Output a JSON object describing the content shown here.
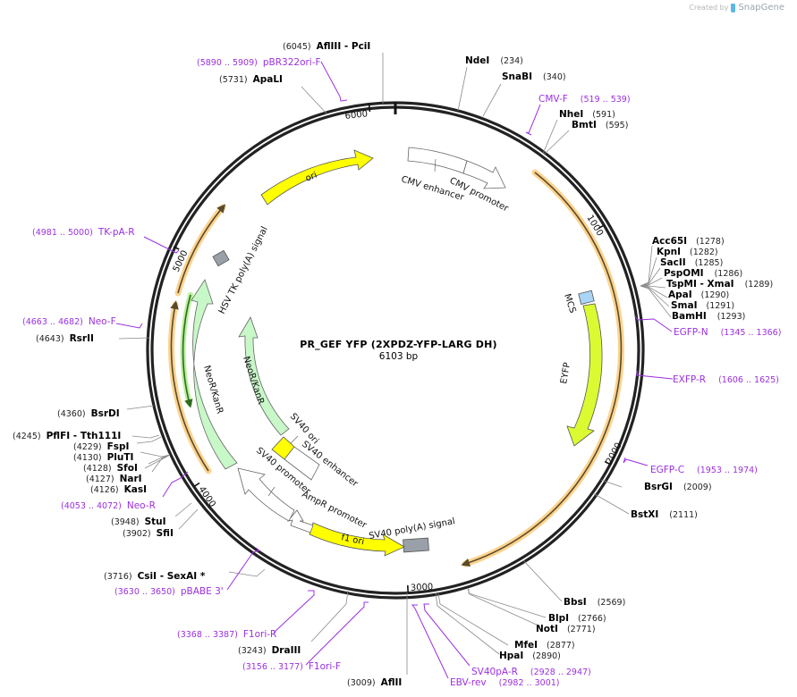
{
  "credit": {
    "prefix": "Created by",
    "brand": "SnapGene"
  },
  "plasmid": {
    "name": "PR_GEF YFP (2XPDZ-YFP-LARG DH)",
    "length_label": "6103 bp",
    "length": 6103
  },
  "ticks": [
    {
      "label": "1000"
    },
    {
      "label": "2000"
    },
    {
      "label": "3000"
    },
    {
      "label": "4000"
    },
    {
      "label": "5000"
    },
    {
      "label": "6000"
    }
  ],
  "features": [
    {
      "name": "CMV enhancer",
      "color": "#ffffff"
    },
    {
      "name": "CMV promoter",
      "color": "#ffffff"
    },
    {
      "name": "MCS",
      "color": "#a9d4f5"
    },
    {
      "name": "EYFP",
      "color": "#dcfa32"
    },
    {
      "name": "SV40 poly(A) signal",
      "color": "#9aa0a8"
    },
    {
      "name": "f1 ori",
      "color": "#ffff00"
    },
    {
      "name": "AmpR promoter",
      "color": "#ffffff"
    },
    {
      "name": "SV40 promoter",
      "color": "#ffffff"
    },
    {
      "name": "SV40 ori",
      "color": "#ffff00"
    },
    {
      "name": "SV40 enhancer",
      "color": "#ffffff"
    },
    {
      "name": "NeoR/KanR",
      "color": "#c8f7c8"
    },
    {
      "name": "NeoR/KanR",
      "color": "#c8f7c8"
    },
    {
      "name": "HSV TK poly(A) signal",
      "color": "#9aa0a8"
    },
    {
      "name": "ori",
      "color": "#ffff00"
    }
  ],
  "sites": [
    {
      "name": "AflIII  - PciI",
      "pos": "(6045)"
    },
    {
      "name": "ApaLI",
      "pos": "(5731)"
    },
    {
      "name": "NdeI",
      "pos": "(234)"
    },
    {
      "name": "SnaBI",
      "pos": "(340)"
    },
    {
      "name": "NheI",
      "pos": "(591)"
    },
    {
      "name": "BmtI",
      "pos": "(595)"
    },
    {
      "name": "Acc65I",
      "pos": "(1278)"
    },
    {
      "name": "KpnI",
      "pos": "(1282)"
    },
    {
      "name": "SacII",
      "pos": "(1285)"
    },
    {
      "name": "PspOMI",
      "pos": "(1286)"
    },
    {
      "name": "TspMI  - XmaI",
      "pos": "(1289)"
    },
    {
      "name": "ApaI",
      "pos": "(1290)"
    },
    {
      "name": "SmaI",
      "pos": "(1291)"
    },
    {
      "name": "BamHI",
      "pos": "(1293)"
    },
    {
      "name": "BsrGI",
      "pos": "(2009)"
    },
    {
      "name": "BstXI",
      "pos": "(2111)"
    },
    {
      "name": "BbsI",
      "pos": "(2569)"
    },
    {
      "name": "BlpI",
      "pos": "(2766)"
    },
    {
      "name": "NotI",
      "pos": "(2771)"
    },
    {
      "name": "MfeI",
      "pos": "(2877)"
    },
    {
      "name": "HpaI",
      "pos": "(2890)"
    },
    {
      "name": "AflII",
      "pos": "(3009)"
    },
    {
      "name": "DraIII",
      "pos": "(3243)"
    },
    {
      "name": "CsiI  - SexAI *",
      "pos": "(3716)"
    },
    {
      "name": "SfiI",
      "pos": "(3902)"
    },
    {
      "name": "StuI",
      "pos": "(3948)"
    },
    {
      "name": "KasI",
      "pos": "(4126)"
    },
    {
      "name": "NarI",
      "pos": "(4127)"
    },
    {
      "name": "SfoI",
      "pos": "(4128)"
    },
    {
      "name": "PluTI",
      "pos": "(4130)"
    },
    {
      "name": "FspI",
      "pos": "(4229)"
    },
    {
      "name": "PflFI  - Tth111I",
      "pos": "(4245)"
    },
    {
      "name": "BsrDI",
      "pos": "(4360)"
    },
    {
      "name": "RsrII",
      "pos": "(4643)"
    }
  ],
  "primers": [
    {
      "name": "pBR322ori-F",
      "range": "(5890 .. 5909)"
    },
    {
      "name": "CMV-F",
      "range": "(519 .. 539)"
    },
    {
      "name": "EGFP-N",
      "range": "(1345 .. 1366)"
    },
    {
      "name": "EXFP-R",
      "range": "(1606 .. 1625)"
    },
    {
      "name": "EGFP-C",
      "range": "(1953 .. 1974)"
    },
    {
      "name": "SV40pA-R",
      "range": "(2928 .. 2947)"
    },
    {
      "name": "EBV-rev",
      "range": "(2982 .. 3001)"
    },
    {
      "name": "F1ori-F",
      "range": "(3156 .. 3177)"
    },
    {
      "name": "F1ori-R",
      "range": "(3368 .. 3387)"
    },
    {
      "name": "pBABE 3'",
      "range": "(3630 .. 3650)"
    },
    {
      "name": "Neo-R",
      "range": "(4053 .. 4072)"
    },
    {
      "name": "Neo-F",
      "range": "(4663 .. 4682)"
    },
    {
      "name": "TK-pA-R",
      "range": "(4981 .. 5000)"
    }
  ],
  "colors": {
    "backbone": "#222222",
    "primer": "#9b30e0",
    "orf_highlight": "#fcd38f",
    "orf_line": "#5a4a2a",
    "neo_orf_highlight": "#b9ef9a",
    "neo_orf_line": "#2e6b1e",
    "leader": "#8a8a8a"
  }
}
